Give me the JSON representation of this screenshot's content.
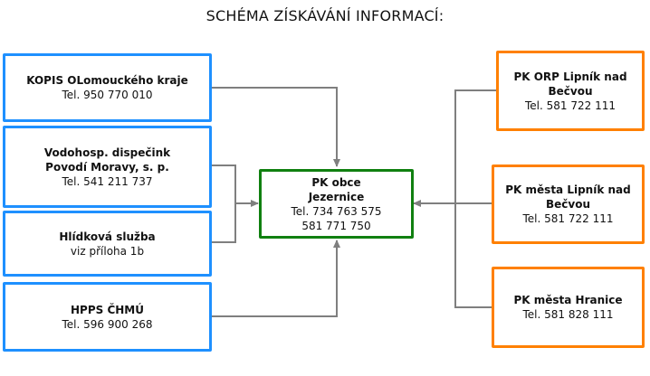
{
  "title": "SCHÉMA ZÍSKÁVÁNÍ INFORMACÍ:",
  "colors": {
    "source_border": "#1E90FF",
    "center_border": "#108010",
    "target_border": "#FF8000",
    "connector": "#7F7F7F"
  },
  "left_boxes": [
    {
      "name": "KOPIS OLomouckého kraje",
      "detail": "Tel. 950 770 010"
    },
    {
      "name_line1": "Vodohosp. dispečink",
      "name_line2": "Povodí Moravy, s. p.",
      "detail": "Tel. 541 211 737"
    },
    {
      "name": "Hlídková služba",
      "detail": "viz příloha 1b"
    },
    {
      "name": "HPPS ČHMÚ",
      "detail": "Tel. 596 900 268"
    }
  ],
  "center_box": {
    "name_line1": "PK obce",
    "name_line2": "Jezernice",
    "phone_line1": "Tel. 734 763 575",
    "phone_line2": "581 771 750"
  },
  "right_boxes": [
    {
      "name_line1": "PK ORP Lipník nad",
      "name_line2": "Bečvou",
      "detail": "Tel. 581 722 111"
    },
    {
      "name_line1": "PK města Lipník nad",
      "name_line2": "Bečvou",
      "detail": "Tel. 581 722 111"
    },
    {
      "name": "PK města Hranice",
      "detail": "Tel. 581 828 111"
    }
  ]
}
